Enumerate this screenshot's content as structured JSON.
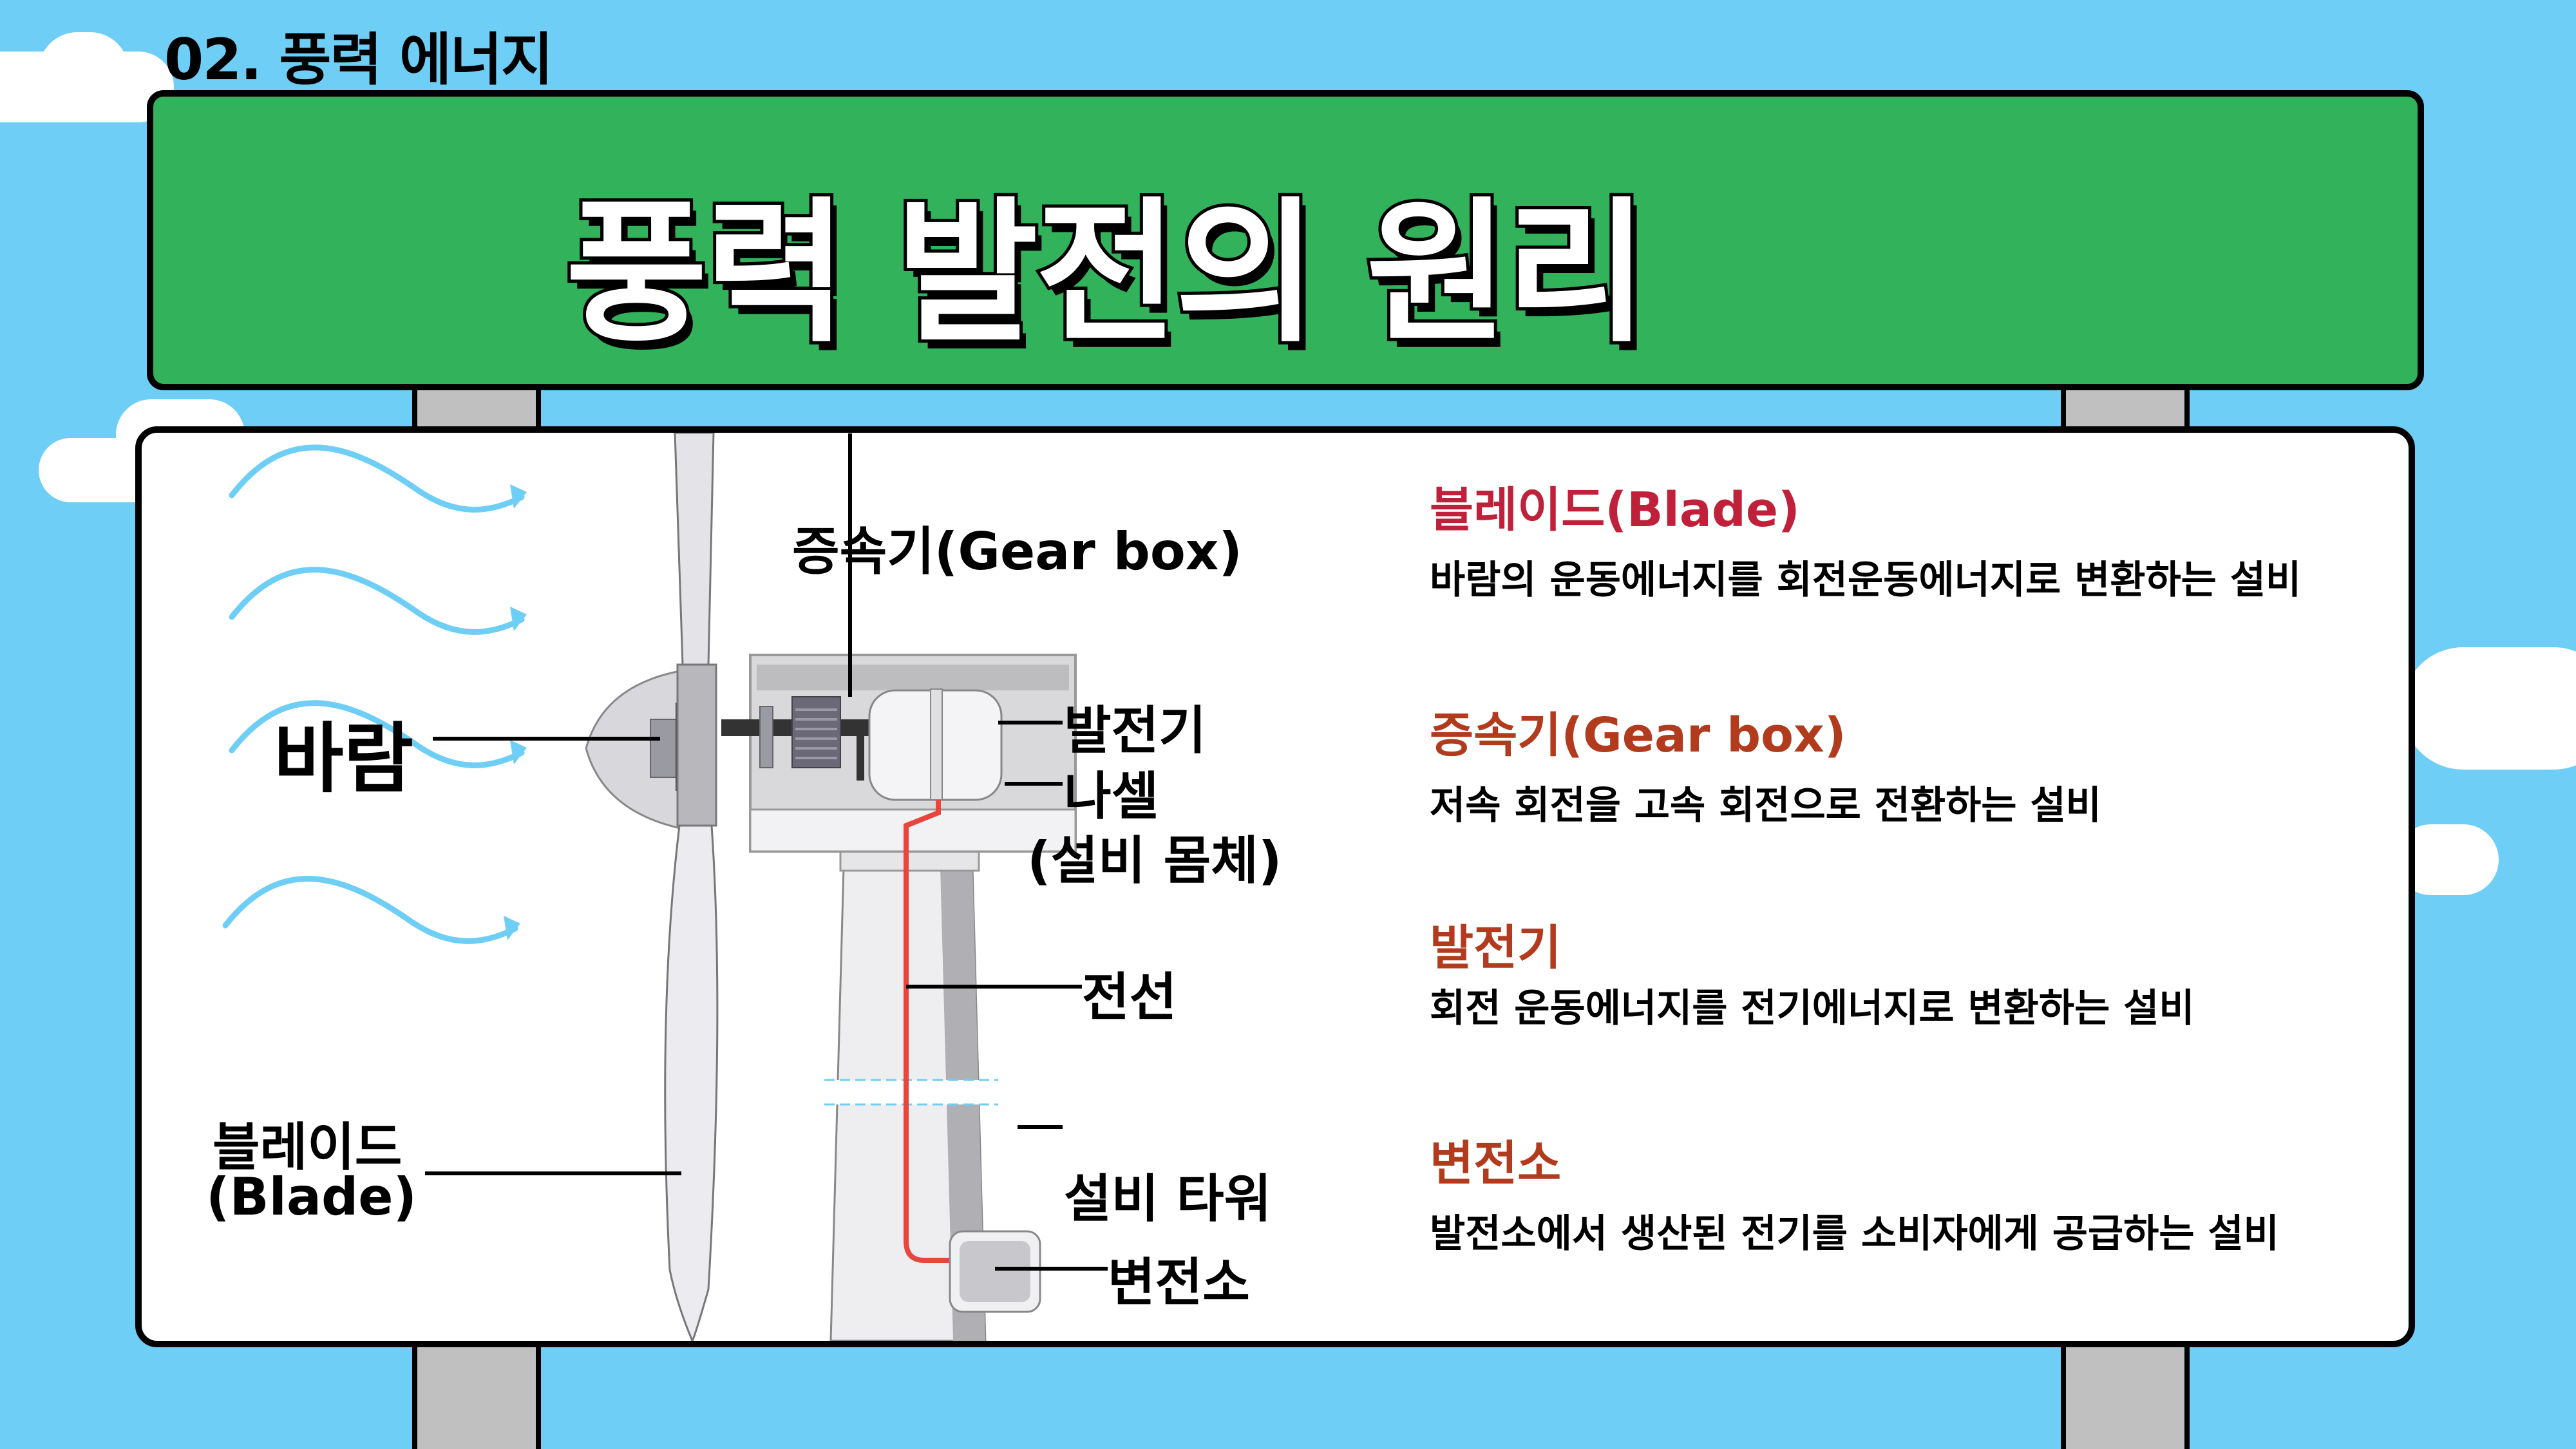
{
  "header": {
    "section_label": "02. 풍력 에너지",
    "title": "풍력 발전의 원리"
  },
  "diagram": {
    "labels": {
      "wind": "바람",
      "gearbox": "증속기(Gear box)",
      "generator": "발전기",
      "nacelle": "나셀",
      "nacelle_sub": "(설비 몸체)",
      "cable": "전선",
      "tower": "설비 타워",
      "substation": "변전소",
      "blade": "블레이드",
      "blade_sub": "(Blade)"
    }
  },
  "descriptions": [
    {
      "title": "블레이드(Blade)",
      "desc": "바람의 운동에너지를 회전운동에너지로 변환하는 설비",
      "color": "#c0213a"
    },
    {
      "title": "증속기(Gear box)",
      "desc": "저속 회전을 고속 회전으로 전환하는 설비",
      "color": "#b23b1e"
    },
    {
      "title": "발전기",
      "desc": "회전 운동에너지를 전기에너지로 변환하는 설비",
      "color": "#b23b1e"
    },
    {
      "title": "변전소",
      "desc": "발전소에서 생산된 전기를 소비자에게 공급하는 설비",
      "color": "#b23b1e"
    }
  ],
  "colors": {
    "sky": "#6ecef5",
    "board_green": "#33b25c",
    "post_gray": "#c0c0c0",
    "wind_arrow": "#6ecef5",
    "cable_red": "#e8453c"
  }
}
